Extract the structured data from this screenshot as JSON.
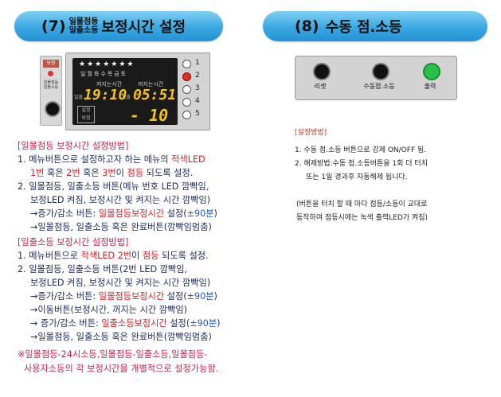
{
  "section7": {
    "num": "(7)",
    "small_line1": "일몰점등",
    "small_line2": "일출소등",
    "title": "보정시간 설정"
  },
  "section8": {
    "num": "(8)",
    "title": "수동 점.소등"
  },
  "device1": {
    "side_label": "보정",
    "side_tiny": "일몰점등\n일출소등",
    "stars": "★★★★★★★",
    "days": "일월화수목금토",
    "on_label": "켜지는시간",
    "off_label": "꺼지는시간",
    "sunrise_label": "일몰",
    "sunset_label": "일출",
    "seg1": "19:10",
    "seg2": "05:51",
    "seg3": "- 10",
    "set_label": "설정\n보정",
    "indicators": [
      "1",
      "2",
      "3",
      "4",
      "5"
    ]
  },
  "device2": {
    "reset": "리셋",
    "manual": "수동점.소등",
    "output": "출력"
  },
  "left": {
    "header1": "[일몰점등 보정시간 설정방법]",
    "l1a_pre": "1. 메뉴버튼으로 설정하고자 하는 메뉴의 ",
    "l1a_red": "적색LED",
    "l1b_a": "1번",
    "l1b_b": " 혹은 ",
    "l1b_c": "2번",
    "l1b_d": " 혹은 ",
    "l1b_e": "3번",
    "l1b_f": "이 ",
    "l1b_g": "점등",
    "l1b_h": " 되도록 설정.",
    "l2a": "2. 일몰점등, 일출소등 버튼(메뉴 번호 LED 깜빡임,",
    "l2b": "보정LED 켜짐, 보정시간 및 켜지는 시간 깜빡임)",
    "l2c_pre": "→증가/감소 버튼: ",
    "l2c_red": "일몰점등보정시간",
    "l2c_mid": " 설정(",
    "l2c_blue": "±90분",
    "l2c_end": ")",
    "l2d": "→일몰점등, 일출소등 혹은 완료버튼(깜빡임멈춤)",
    "header2": "[일출소등 보정시간 설정방법]",
    "m1_pre": "1. 메뉴버튼으로 ",
    "m1_red1": "적색LED 2번",
    "m1_mid": "이 ",
    "m1_red2": "점등",
    "m1_end": " 되도록 설정.",
    "m2a": "2. 일몰점등, 일출소등 버튼(2번 LED 깜빡임,",
    "m2b": "보정LED 켜짐, 보정시간 및 켜지는 시간 깜빡임)",
    "m2c_pre": "→증가/감소 버튼: ",
    "m2c_red": "일몰점등보정시간",
    "m2c_mid": " 설정(",
    "m2c_blue": "±90분",
    "m2c_end": ")",
    "m2d": "→이동버튼(보정시간, 꺼지는 시간 깜빡임)",
    "m2e_pre": "→ 증가/감소 버튼: ",
    "m2e_red": "일출소등보정시간",
    "m2e_mid": " 설정(",
    "m2e_blue": "±90분",
    "m2e_end": ")",
    "m2f": "→일몰점등, 일출소등 혹은 완료버튼(깜빡임멈춤)",
    "note1": "※일몰점등-24시소등,일몰점등-일출소등,일몰점등-",
    "note2": "사용자소등의 각 보정시간을 개별적으로 설정가능함."
  },
  "right": {
    "header": "[설정방법]",
    "r1": "1. 수동 점.소등 버튼으로 강제 ON/OFF 됨.",
    "r2a": "2. 해제방법:수동 점.소등버튼을 1회 더 터치",
    "r2b": "또는 1일 경과후 자동해제 됩니다.",
    "r3a": "(버튼을 터치 할 때 마다 점등/소등이 교대로",
    "r3b": "동작하여 점등시에는 녹색 출력LED가 켜짐)"
  },
  "colors": {
    "header_blue": "#3aa7e2",
    "red": "#d92027",
    "blue": "#2a56c6",
    "led_green": "#27c24a",
    "led_red": "#e0302a"
  }
}
